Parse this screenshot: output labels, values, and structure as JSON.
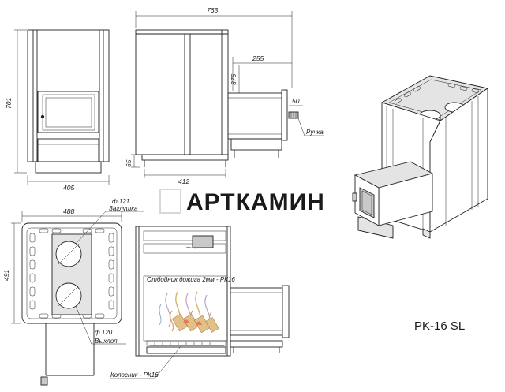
{
  "dimensions": {
    "overall_width": "763",
    "height": "701",
    "front_width": "405",
    "side_depth": "412",
    "leg_height": "65",
    "tunnel_length": "255",
    "tunnel_top_offset": "376",
    "handle_size": "50",
    "top_width": "488",
    "top_depth": "491",
    "plug_diameter": "ф 121",
    "exhaust_diameter": "ф 120"
  },
  "labels": {
    "handle": "Ручка",
    "plug": "Заглушка",
    "exhaust": "Выхлоп",
    "deflector": "Отбойник дожига 2мм - РК16",
    "grate": "Колосник - РК16"
  },
  "watermark": "АРТКАМИН",
  "model": "PK-16 SL",
  "colors": {
    "line": "#222222",
    "shade": "#c9c9c9",
    "watermark": "#d8d8d8"
  }
}
